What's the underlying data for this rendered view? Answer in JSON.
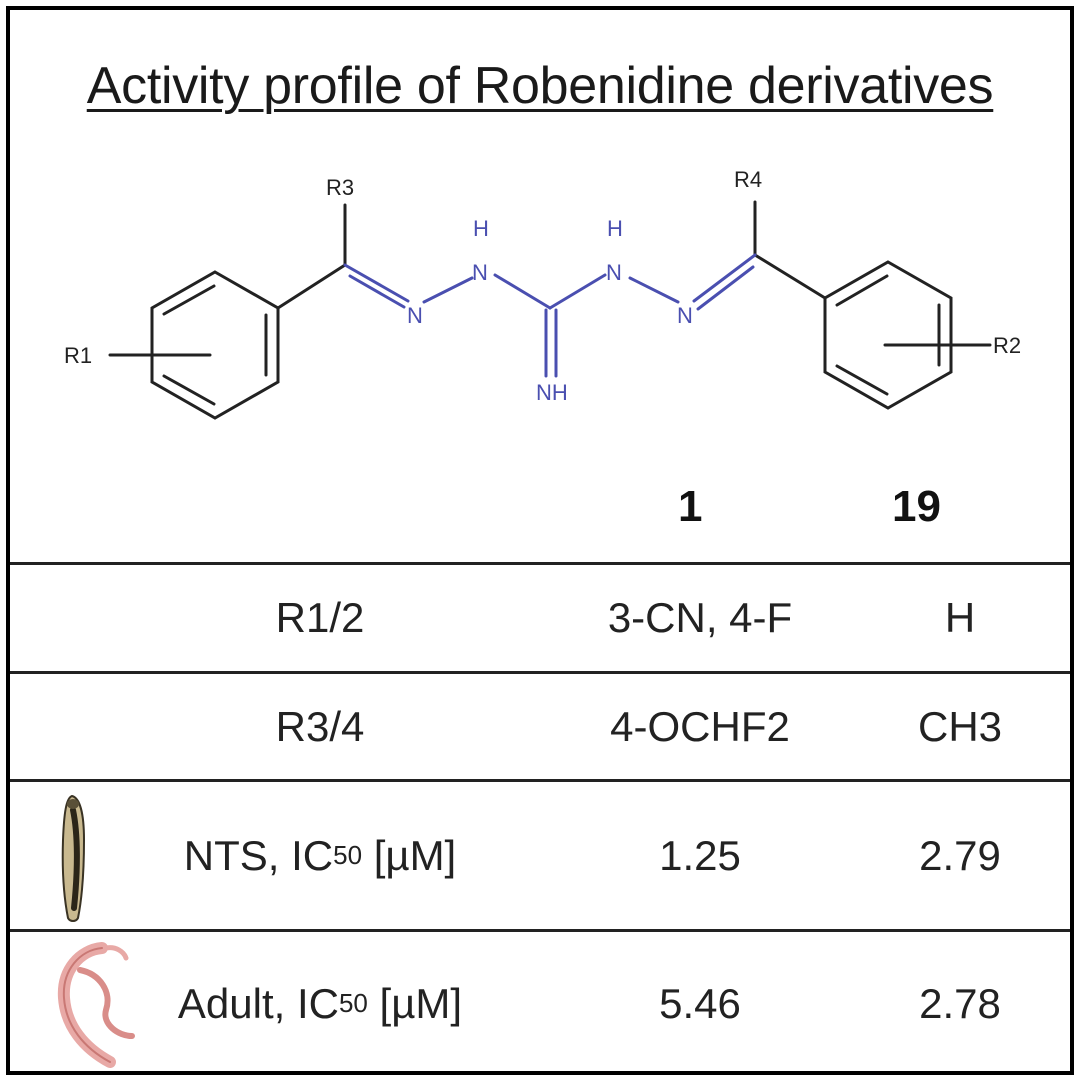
{
  "title": "Activity profile of Robenidine derivatives",
  "structure": {
    "labels": {
      "r1": "R1",
      "r2": "R2",
      "r3": "R3",
      "r4": "R4"
    },
    "atoms": {
      "h_left": "H",
      "n_left_h": "N",
      "h_right": "H",
      "n_right_h": "N",
      "n_left": "N",
      "n_right": "N",
      "nh": "NH"
    },
    "colors": {
      "bond": "#222222",
      "nitrogen": "#4a4fb0"
    }
  },
  "compounds": [
    "1",
    "19"
  ],
  "rows": [
    {
      "label": "R1/2",
      "values": [
        "3-CN, 4-F",
        "H"
      ]
    },
    {
      "label": "R3/4",
      "values": [
        "4-OCHF2",
        "CH3"
      ]
    },
    {
      "label_prefix": "NTS, IC",
      "label_sub": "50",
      "label_suffix": " [µM]",
      "values": [
        "1.25",
        "2.79"
      ],
      "icon": "nts-larva-icon"
    },
    {
      "label_prefix": "Adult, IC",
      "label_sub": "50",
      "label_suffix": " [µM]",
      "values": [
        "5.46",
        "2.78"
      ],
      "icon": "adult-worm-icon"
    }
  ]
}
